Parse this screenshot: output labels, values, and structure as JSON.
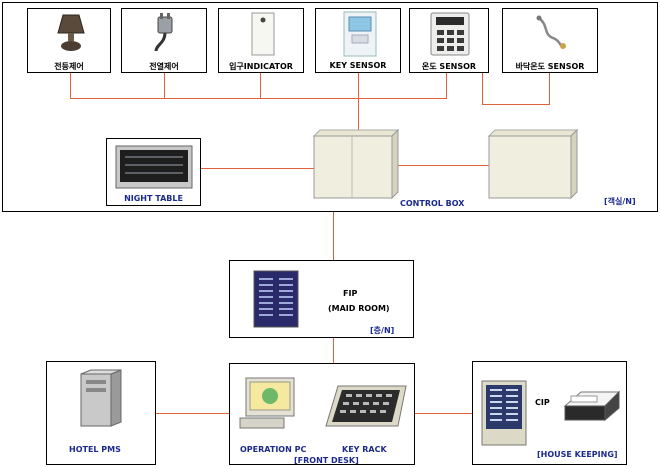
{
  "room": {
    "devices": [
      {
        "id": "light",
        "label": "전등제어",
        "icon": "lamp-icon"
      },
      {
        "id": "power",
        "label": "전열제어",
        "icon": "power-plug-icon"
      },
      {
        "id": "indicator",
        "label": "입구INDICATOR",
        "icon": "indicator-panel-icon"
      },
      {
        "id": "key",
        "label": "KEY SENSOR",
        "icon": "key-sensor-icon"
      },
      {
        "id": "temp",
        "label": "온도 SENSOR",
        "icon": "thermostat-icon"
      },
      {
        "id": "floor",
        "label": "바닥온도 SENSOR",
        "icon": "floor-sensor-icon"
      }
    ],
    "night_table": "NIGHT TABLE",
    "control_box": "CONTROL BOX",
    "room_tag": "[객실/N]"
  },
  "fip": {
    "title": "FIP",
    "subtitle": "(MAID ROOM)",
    "tag": "[층/N]"
  },
  "front_desk": {
    "operation_pc": "OPERATION PC",
    "key_rack": "KEY RACK",
    "tag": "[FRONT DESK]"
  },
  "hotel_pms": "HOTEL PMS",
  "housekeeping": {
    "cip": "CIP",
    "tag": "[HOUSE KEEPING]"
  },
  "colors": {
    "wire": "#e0613c",
    "label_blue": "#1b2a8e"
  }
}
